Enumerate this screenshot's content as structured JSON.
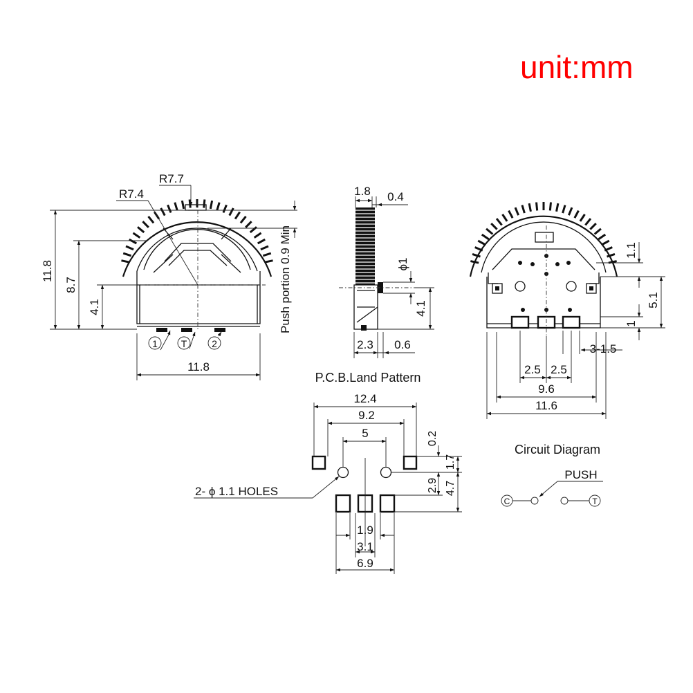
{
  "unit_label": "unit:mm",
  "front_view": {
    "radius_outer": "R7.7",
    "radius_inner": "R7.4",
    "height_total": "11.8",
    "height_mid": "8.7",
    "height_low": "4.1",
    "width": "11.8",
    "push_note": "Push portion 0.9 Min",
    "pin_labels": [
      "1",
      "T",
      "2"
    ]
  },
  "side_view": {
    "top_width": "1.8",
    "top_offset": "0.4",
    "diameter": "ϕ1",
    "height": "4.1",
    "bottom_width": "2.3",
    "bottom_offset": "0.6"
  },
  "back_view": {
    "dim_a": "1.1",
    "dim_b": "5.1",
    "dim_c": "1",
    "dim_d": "3-1.5",
    "pitch_left": "2.5",
    "pitch_right": "2.5",
    "width_inner": "9.6",
    "width_outer": "11.6"
  },
  "pcb": {
    "title": "P.C.B.Land Pattern",
    "w_outer": "12.4",
    "w_mid": "9.2",
    "w_inner": "5",
    "h_top": "0.2",
    "h_a": "1.7",
    "h_b": "2.9",
    "h_c": "4.7",
    "holes_note": "2- ϕ 1.1 HOLES",
    "b1": "1.9",
    "b2": "3.1",
    "b3": "6.9"
  },
  "circuit": {
    "title": "Circuit Diagram",
    "push_label": "PUSH",
    "term_c": "C",
    "term_t": "T"
  }
}
